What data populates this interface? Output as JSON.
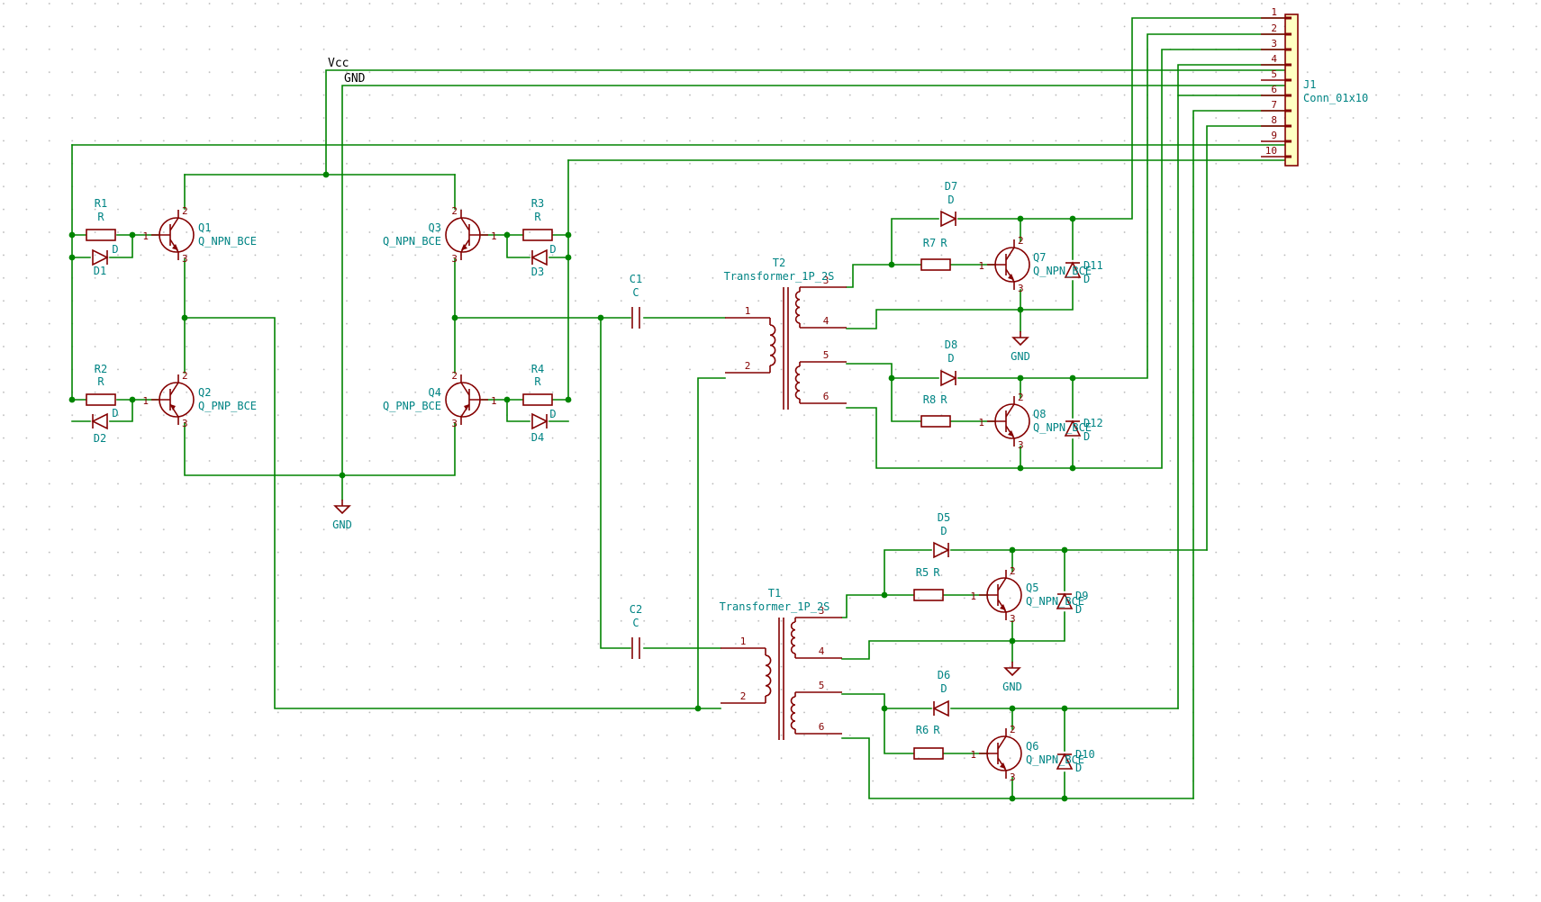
{
  "schematic": {
    "net_labels": {
      "vcc": "Vcc",
      "gnd": "GND"
    },
    "power_symbols": [
      "GND",
      "GND",
      "GND"
    ],
    "resistors": [
      {
        "ref": "R1",
        "value": "R"
      },
      {
        "ref": "R2",
        "value": "R"
      },
      {
        "ref": "R3",
        "value": "R"
      },
      {
        "ref": "R4",
        "value": "R"
      },
      {
        "ref": "R5",
        "value": "R"
      },
      {
        "ref": "R6",
        "value": "R"
      },
      {
        "ref": "R7",
        "value": "R"
      },
      {
        "ref": "R8",
        "value": "R"
      }
    ],
    "diodes": [
      {
        "ref": "D1",
        "value": "D"
      },
      {
        "ref": "D2",
        "value": "D"
      },
      {
        "ref": "D3",
        "value": "D"
      },
      {
        "ref": "D4",
        "value": "D"
      },
      {
        "ref": "D5",
        "value": "D"
      },
      {
        "ref": "D6",
        "value": "D"
      },
      {
        "ref": "D7",
        "value": "D"
      },
      {
        "ref": "D8",
        "value": "D"
      },
      {
        "ref": "D9",
        "value": "D"
      },
      {
        "ref": "D10",
        "value": "D"
      },
      {
        "ref": "D11",
        "value": "D"
      },
      {
        "ref": "D12",
        "value": "D"
      }
    ],
    "transistors": [
      {
        "ref": "Q1",
        "value": "Q_NPN_BCE"
      },
      {
        "ref": "Q2",
        "value": "Q_PNP_BCE"
      },
      {
        "ref": "Q3",
        "value": "Q_NPN_BCE"
      },
      {
        "ref": "Q4",
        "value": "Q_PNP_BCE"
      },
      {
        "ref": "Q5",
        "value": "Q_NPN_BCE"
      },
      {
        "ref": "Q6",
        "value": "Q_NPN_BCE"
      },
      {
        "ref": "Q7",
        "value": "Q_NPN_BCE"
      },
      {
        "ref": "Q8",
        "value": "Q_NPN_BCE"
      }
    ],
    "capacitors": [
      {
        "ref": "C1",
        "value": "C"
      },
      {
        "ref": "C2",
        "value": "C"
      }
    ],
    "transformers": [
      {
        "ref": "T1",
        "value": "Transformer_1P_2S",
        "pins": [
          "1",
          "2",
          "3",
          "4",
          "5",
          "6"
        ]
      },
      {
        "ref": "T2",
        "value": "Transformer_1P_2S",
        "pins": [
          "1",
          "2",
          "3",
          "4",
          "5",
          "6"
        ]
      }
    ],
    "connector": {
      "ref": "J1",
      "value": "Conn_01x10",
      "pins": [
        "1",
        "2",
        "3",
        "4",
        "5",
        "6",
        "7",
        "8",
        "9",
        "10"
      ]
    }
  }
}
